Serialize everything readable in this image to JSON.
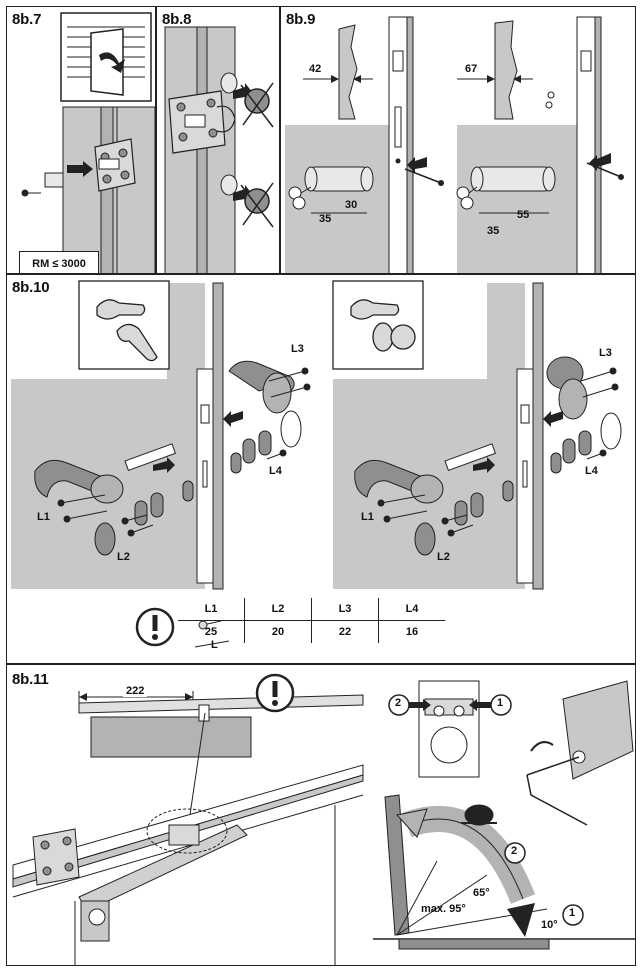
{
  "steps": {
    "s7": "8b.7",
    "s8": "8b.8",
    "s9": "8b.9",
    "s10": "8b.10",
    "s11": "8b.11"
  },
  "step7": {
    "rm_note": "RM ≤ 3000"
  },
  "step9": {
    "left": {
      "width": "42",
      "d1": "35",
      "d2": "30"
    },
    "right": {
      "width": "67",
      "d1": "35",
      "d2": "55"
    }
  },
  "step10": {
    "labels": {
      "l1": "L1",
      "l2": "L2",
      "l3": "L3",
      "l4": "L4"
    },
    "screw_label": "L",
    "table": {
      "headers": [
        "L1",
        "L2",
        "L3",
        "L4"
      ],
      "values": [
        "25",
        "20",
        "22",
        "16"
      ]
    }
  },
  "step11": {
    "dim": "222",
    "callout_1": "1",
    "callout_2": "2",
    "angle_max": "max. 95°",
    "angle_65": "65°",
    "angle_10": "10°",
    "attention": "!"
  },
  "colors": {
    "line": "#222222",
    "grey": "#c8c8c8",
    "darkgrey": "#8f8f8f",
    "mid": "#b3b3b3"
  },
  "icons": [
    "attention-icon",
    "handle-icon",
    "knob-icon",
    "snail-icon",
    "hex-key-icon",
    "arrow-icon",
    "crossed-circle-icon"
  ]
}
